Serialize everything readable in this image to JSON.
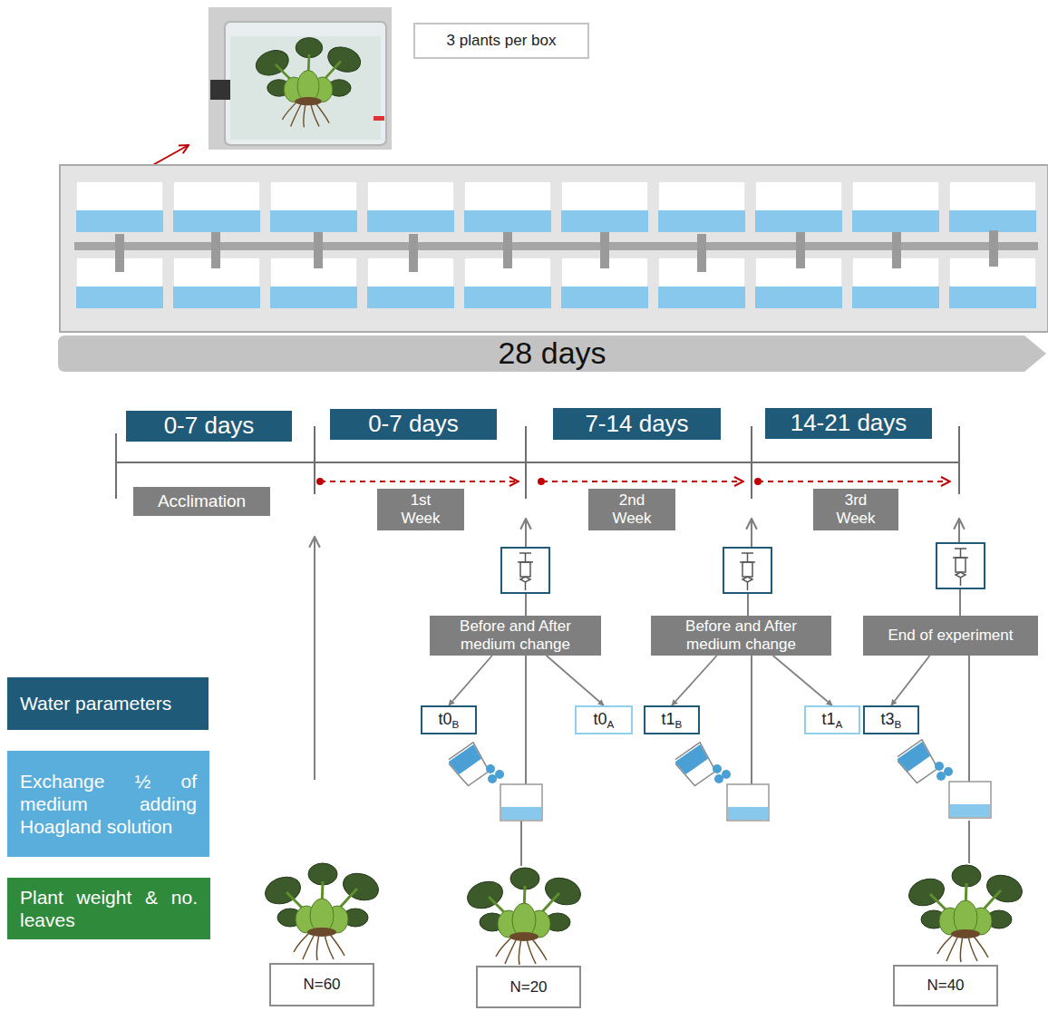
{
  "diagram": {
    "nodes": [
      {
        "text": [
          "3 plants per box"
        ]
      },
      {
        "text": [
          "28 days"
        ]
      },
      {
        "text": [
          "0-7 days"
        ]
      },
      {
        "text": [
          "Acclimation"
        ]
      },
      {
        "text": [
          "0-7 days"
        ]
      },
      {
        "text": [
          "1st",
          "Week"
        ]
      },
      {
        "text": [
          "7-14 days"
        ]
      },
      {
        "text": [
          "2nd",
          "Week"
        ]
      },
      {
        "text": [
          "14-21 days"
        ]
      },
      {
        "text": [
          "3rd",
          "Week"
        ]
      },
      {
        "text": [
          "Before and After medium change"
        ]
      },
      {
        "text": [
          "Before and After medium change"
        ]
      },
      {
        "text": [
          "End of experiment"
        ]
      },
      {
        "text": [
          "t0",
          "B"
        ]
      },
      {
        "text": [
          "t0",
          "A"
        ]
      },
      {
        "text": [
          "t1",
          "B"
        ]
      },
      {
        "text": [
          "t1",
          "A"
        ]
      },
      {
        "text": [
          "t3",
          "B"
        ]
      },
      {
        "text": [
          "N=60"
        ]
      },
      {
        "text": [
          "N=20"
        ]
      },
      {
        "text": [
          "N=40"
        ]
      }
    ],
    "edges": [
      {
        "from": 10,
        "to": 13,
        "arrow": "to"
      },
      {
        "from": 10,
        "to": 14,
        "arrow": "to"
      },
      {
        "from": 11,
        "to": 15,
        "arrow": "to"
      },
      {
        "from": 11,
        "to": 16,
        "arrow": "to"
      },
      {
        "from": 12,
        "to": 17,
        "arrow": "to"
      }
    ],
    "legend": [
      {
        "text": "Water parameters",
        "color": "#1f5a78"
      },
      {
        "text": "Exchange ½ of medium adding Hoagland solution",
        "color": "#5aaedb"
      },
      {
        "text": "Plant weight & no. leaves",
        "color": "#2f8a3b"
      }
    ]
  }
}
